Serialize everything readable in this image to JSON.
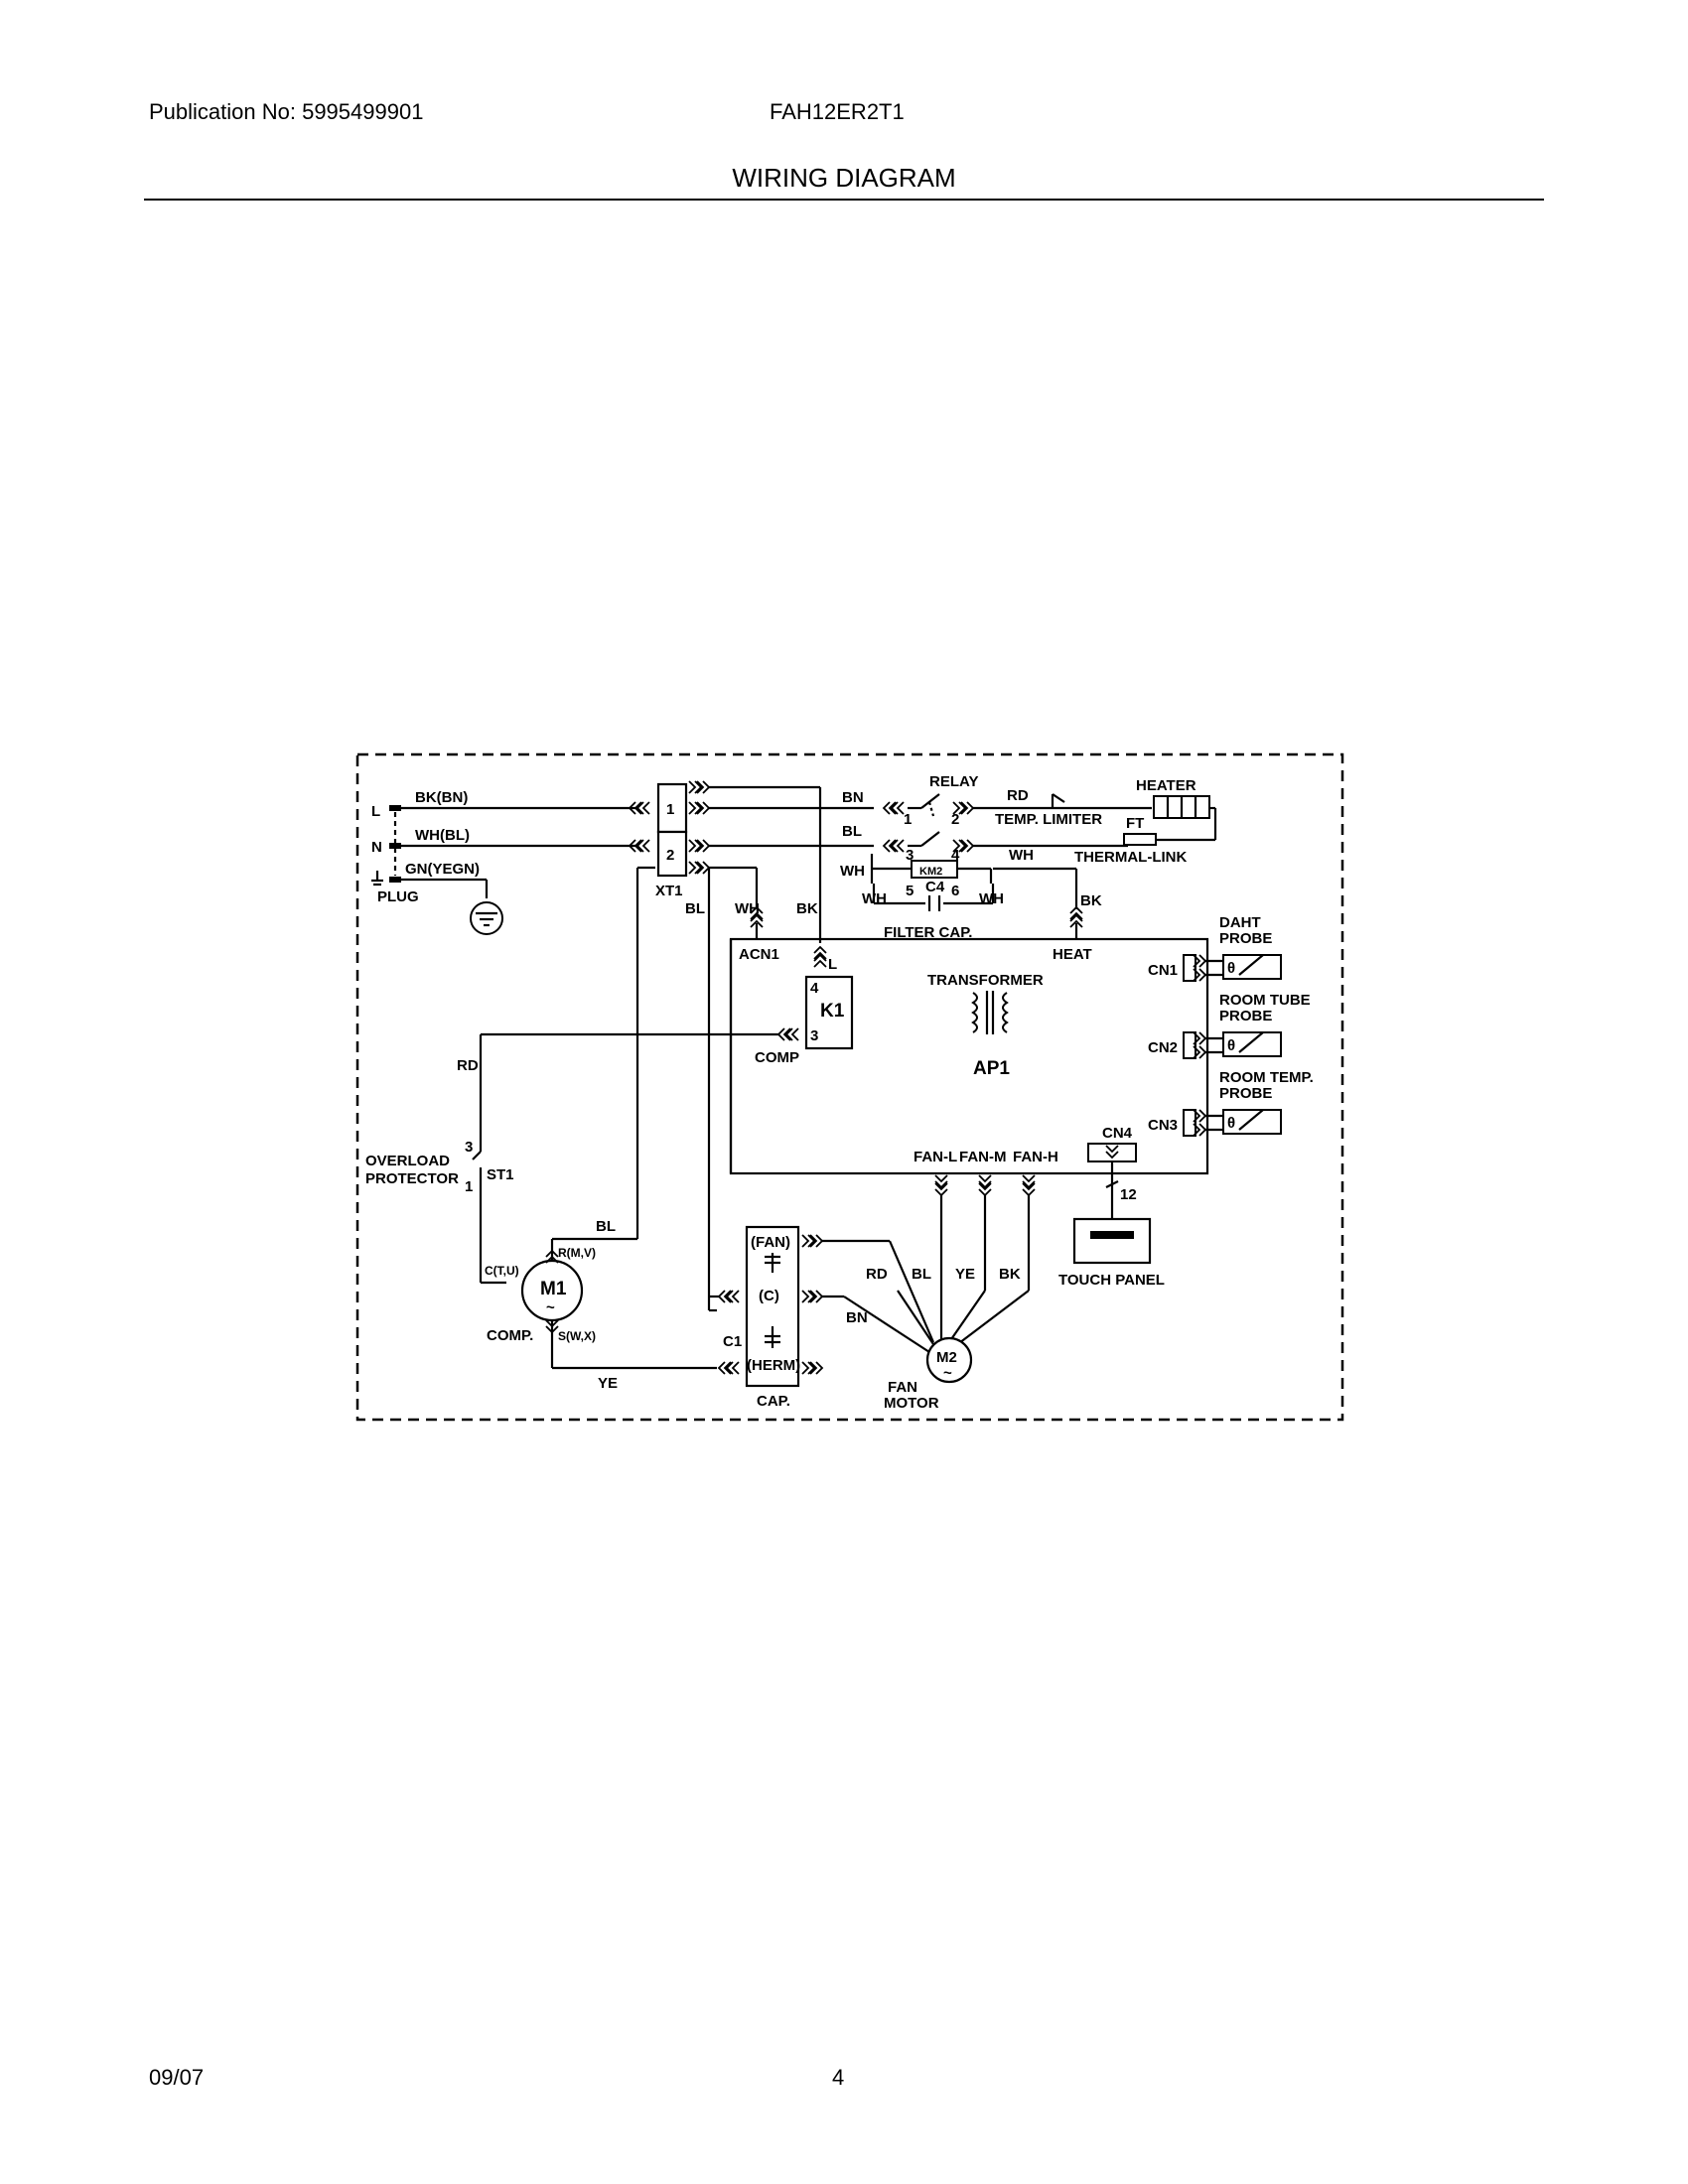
{
  "header": {
    "publication": "Publication No: 5995499901",
    "model": "FAH12ER2T1",
    "title": "WIRING DIAGRAM"
  },
  "footer": {
    "date": "09/07",
    "page": "4"
  },
  "diagram": {
    "plug": {
      "l": "L",
      "n": "N",
      "plug": "PLUG",
      "bk_bn": "BK(BN)",
      "wh_bl": "WH(BL)",
      "gn_yegn": "GN(YEGN)"
    },
    "terminal": {
      "t1": "1",
      "t2": "2",
      "xt1": "XT1"
    },
    "wires": {
      "bn": "BN",
      "bl": "BL",
      "wh": "WH",
      "bk": "BK",
      "rd": "RD",
      "ye": "YE"
    },
    "relay": {
      "label": "RELAY",
      "p1": "1",
      "p2": "2",
      "p3": "3",
      "p4": "4",
      "p5": "5",
      "p6": "6",
      "km2": "KM2",
      "c4": "C4",
      "filter_cap": "FILTER CAP."
    },
    "heater": {
      "label": "HEATER",
      "rd": "RD",
      "limiter": "TEMP. LIMITER",
      "ft": "FT",
      "thermal_link": "THERMAL-LINK"
    },
    "board": {
      "acn1": "ACN1",
      "l": "L",
      "k1": "K1",
      "k1_4": "4",
      "k1_3": "3",
      "comp": "COMP",
      "heat": "HEAT",
      "transformer": "TRANSFORMER",
      "ap1": "AP1",
      "cn1": "CN1",
      "cn2": "CN2",
      "cn3": "CN3",
      "cn4": "CN4",
      "fan_l": "FAN-L",
      "fan_m": "FAN-M",
      "fan_h": "FAN-H"
    },
    "probes": {
      "daht_1": "DAHT",
      "daht_2": "PROBE",
      "room_tube_1": "ROOM TUBE",
      "room_tube_2": "PROBE",
      "room_temp_1": "ROOM TEMP.",
      "room_temp_2": "PROBE",
      "theta": "θ"
    },
    "touch": {
      "count": "12",
      "label": "TOUCH PANEL"
    },
    "overload": {
      "line1": "OVERLOAD",
      "line2": "PROTECTOR",
      "st1": "ST1",
      "p3": "3",
      "p1": "1"
    },
    "compressor": {
      "m1": "M1",
      "tilde": "~",
      "r": "R(M,V)",
      "c": "C(T,U)",
      "s": "S(W,X)",
      "label": "COMP."
    },
    "capacitor": {
      "fan": "(FAN)",
      "c": "(C)",
      "herm": "(HERM)",
      "c1": "C1",
      "label": "CAP."
    },
    "fan_motor": {
      "m2": "M2",
      "tilde": "~",
      "line1": "FAN",
      "line2": "MOTOR"
    }
  }
}
